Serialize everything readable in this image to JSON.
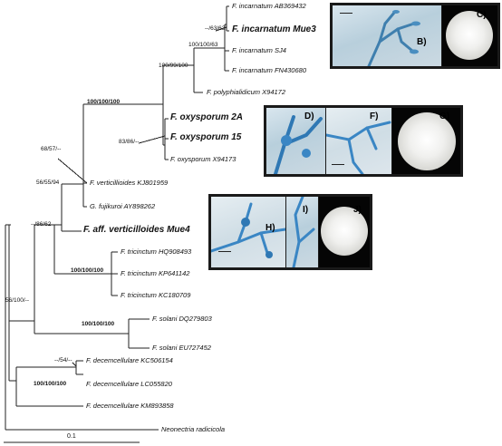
{
  "taxa": {
    "f_incarnatum_ab369432": "F. incarnatum AB369432",
    "f_incarnatum_mue3": "F. incarnatum Mue3",
    "f_incarnatum_sj4": "F. incarnatum SJ4",
    "f_incarnatum_fn430680": "F. incarnatum FN430680",
    "f_polyphialidicum": "F. polyphialidicum X94172",
    "f_oxysporum_2a": "F. oxysporum 2A",
    "f_oxysporum_15": "F. oxysporum 15",
    "f_oxysporum_x94173": "F. oxysporum X94173",
    "f_verticillioides": "F. verticillioides KJ801959",
    "g_fujikuroi": "G. fujikuroi AY898262",
    "f_aff_verticillioides_mue4": "F. aff. verticilloides Mue4",
    "f_tricinctum_hq908493": "F. tricinctum HQ908493",
    "f_tricinctum_kp641142": "F. tricinctum KP641142",
    "f_tricinctum_kc180709": "F. tricinctum KC180709",
    "f_solani_dq279803": "F. solani DQ279803",
    "f_solani_eu727452": "F. solani EU727452",
    "f_decemcellulare_kc506154": "F. decemcellulare KC506154",
    "f_decemcellulare_lc055820": "F. decemcellulare LC055820",
    "f_decemcellulare_km893858": "F. decemcellulare KM893858",
    "neonectria": "Neonectria radicicola"
  },
  "support": {
    "incarnatum_mue3": "--/63/63",
    "incarnatum_group": "100/100/63",
    "incarnatum_poly": "100/99/100",
    "main_upper": "100/100/100",
    "oxysporum_node": "83/86/--",
    "fujikuroi_pair": "68/57/--",
    "fujikuroi_complex": "56/55/94",
    "mue4_node": "--/86/62",
    "tricinctum": "100/100/100",
    "solani": "100/100/100",
    "root_major": "56/100/--",
    "decem_pair": "--/54/--",
    "decemcellulare": "100/100/100"
  },
  "scale": {
    "label": "0.1"
  },
  "panels": {
    "top": {
      "b": "B)",
      "c": "C)"
    },
    "middle": {
      "d": "D)",
      "f": "F)",
      "g": "G)"
    },
    "bottom": {
      "h": "H)",
      "i": "I)",
      "j": "J)"
    }
  }
}
